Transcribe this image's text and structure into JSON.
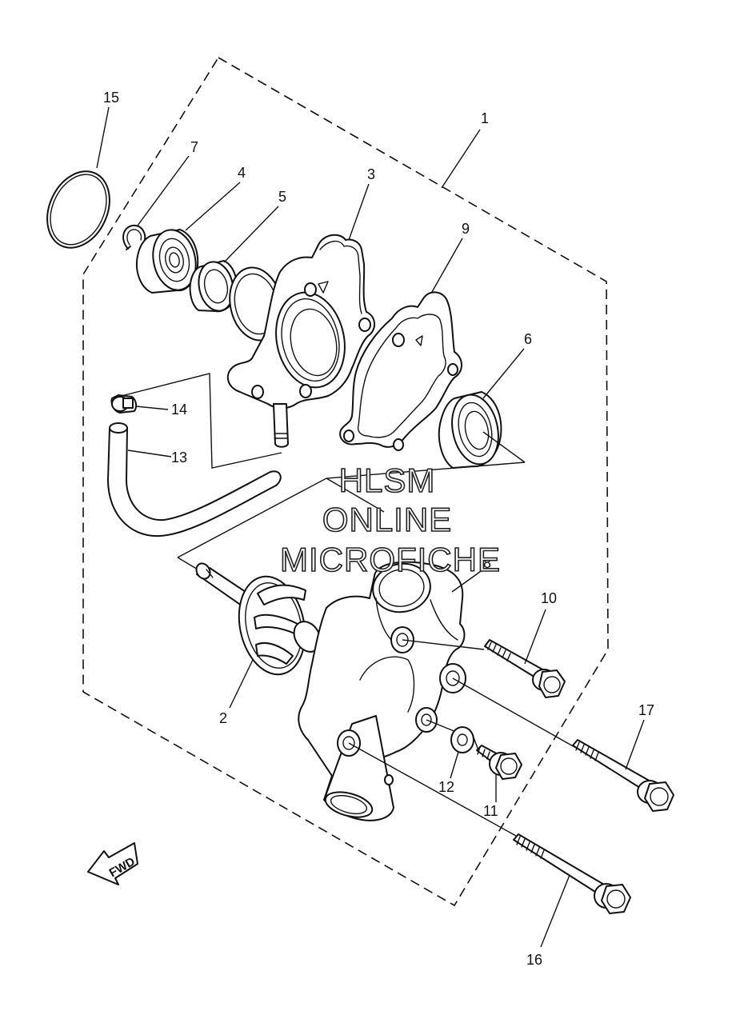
{
  "diagram": {
    "callouts": [
      "1",
      "2",
      "3",
      "4",
      "5",
      "6",
      "7",
      "8",
      "9",
      "10",
      "11",
      "12",
      "13",
      "14",
      "15",
      "16",
      "17"
    ],
    "watermark": [
      "HLSM",
      "ONLINE",
      "MICROFICHE"
    ],
    "fwd_label": "FWD"
  }
}
